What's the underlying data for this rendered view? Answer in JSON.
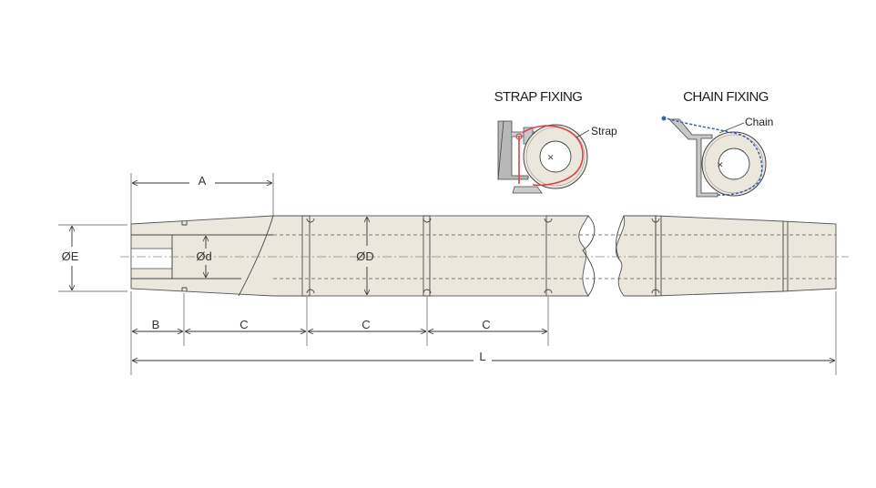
{
  "labels": {
    "A": "A",
    "B": "B",
    "C": "C",
    "L": "L",
    "OE": "ØE",
    "Od": "Ød",
    "OD": "ØD"
  },
  "strap_fixing": {
    "title": "STRAP FIXING",
    "callout": "Strap",
    "strap_color": "#d9434b"
  },
  "chain_fixing": {
    "title": "CHAIN FIXING",
    "callout": "Chain",
    "chain_color": "#3a5fae"
  },
  "colors": {
    "fender_fill": "#ece7dd",
    "outline": "#555555",
    "hub_grey": "#b8b8b8"
  }
}
